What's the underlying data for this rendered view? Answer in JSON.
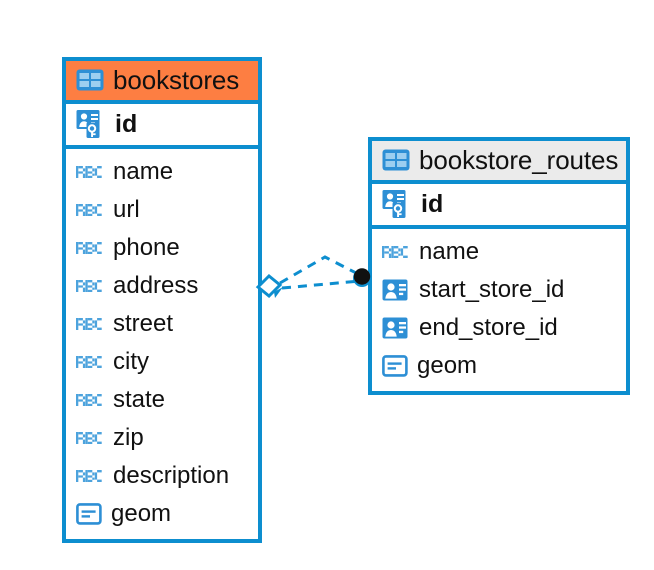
{
  "diagram": {
    "kind": "entity-relationship-diagram",
    "background": "#ffffff",
    "accent_blue": "#0d8ecf",
    "selected_header_color": "#fd7e42",
    "normal_header_color": "#ebebeb",
    "text_color": "#111111",
    "abc_icon_color": "#4da3dd"
  },
  "tables": [
    {
      "name": "bookstores",
      "selected": true,
      "header_icon": "table-icon",
      "key_field": {
        "label": "id",
        "icon": "primary-key-icon"
      },
      "fields": [
        {
          "label": "name",
          "icon": "text-abc-icon"
        },
        {
          "label": "url",
          "icon": "text-abc-icon"
        },
        {
          "label": "phone",
          "icon": "text-abc-icon"
        },
        {
          "label": "address",
          "icon": "text-abc-icon"
        },
        {
          "label": "street",
          "icon": "text-abc-icon"
        },
        {
          "label": "city",
          "icon": "text-abc-icon"
        },
        {
          "label": "state",
          "icon": "text-abc-icon"
        },
        {
          "label": "zip",
          "icon": "text-abc-icon"
        },
        {
          "label": "description",
          "icon": "text-abc-icon"
        },
        {
          "label": "geom",
          "icon": "geometry-icon"
        }
      ]
    },
    {
      "name": "bookstore_routes",
      "selected": false,
      "header_icon": "table-icon",
      "key_field": {
        "label": "id",
        "icon": "primary-key-icon"
      },
      "fields": [
        {
          "label": "name",
          "icon": "text-abc-icon"
        },
        {
          "label": "start_store_id",
          "icon": "foreign-key-icon"
        },
        {
          "label": "end_store_id",
          "icon": "foreign-key-icon"
        },
        {
          "label": "geom",
          "icon": "geometry-icon"
        }
      ]
    }
  ],
  "relationship": {
    "from_table": "bookstores",
    "to_table": "bookstore_routes",
    "line_style": "dashed",
    "line_color": "#0d8ecf",
    "source_marker": "diamond-marker",
    "target_marker": "filled-circle-marker",
    "target_marker_color": "#111111"
  }
}
